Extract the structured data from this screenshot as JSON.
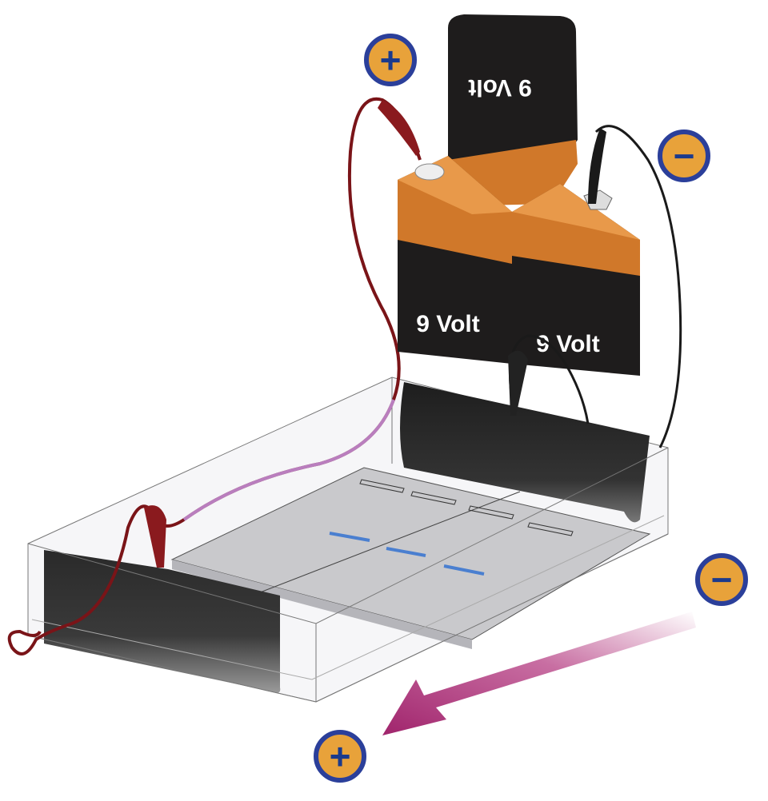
{
  "batteries": [
    {
      "label": "9 Volt",
      "orientation": "upside-down"
    },
    {
      "label": "9 Volt",
      "orientation": "upright"
    },
    {
      "label": "9 Volt",
      "orientation": "upright"
    }
  ],
  "polarity": {
    "battery_positive": "+",
    "battery_negative": "−",
    "tray_negative": "−",
    "tray_positive": "+"
  },
  "colors": {
    "battery_black": "#1e1c1c",
    "battery_orange": "#d0782a",
    "red_wire": "#7a1418",
    "black_wire": "#1a1a1a",
    "gel": "#c9c9cc",
    "dna_band": "#4a7fd0",
    "arrow": "#b0307a",
    "badge_fill": "#e8a23a",
    "badge_ring": "#2b3f9a"
  },
  "gel": {
    "wells": 4,
    "bands": 3
  }
}
